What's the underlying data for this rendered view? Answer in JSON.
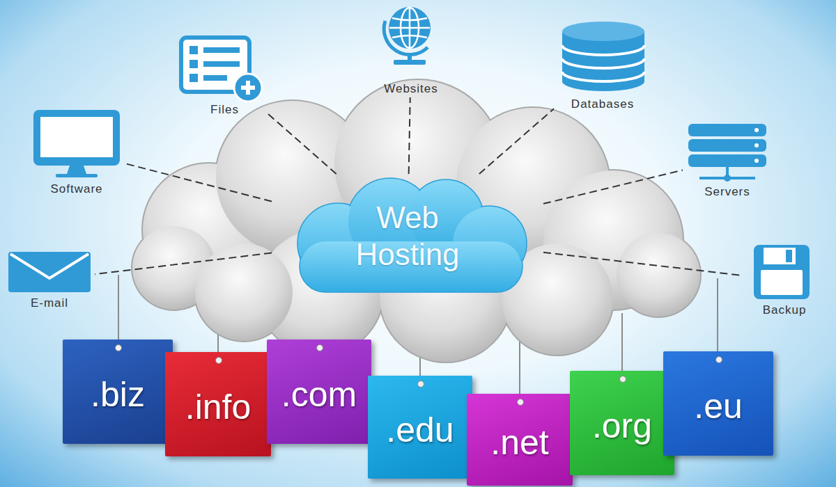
{
  "diagram": {
    "nodes": [
      {
        "text": [
          "Software"
        ]
      },
      {
        "text": [
          "Files"
        ]
      },
      {
        "text": [
          "Websites"
        ]
      },
      {
        "text": [
          "Databases"
        ]
      },
      {
        "text": [
          "Servers"
        ]
      },
      {
        "text": [
          "Web Hosting"
        ]
      },
      {
        "text": [
          "E-mail"
        ]
      },
      {
        "text": [
          "Backup"
        ]
      },
      {
        "text": [
          ".biz"
        ]
      },
      {
        "text": [
          ".info"
        ]
      },
      {
        "text": [
          ".com"
        ]
      },
      {
        "text": [
          ".edu"
        ]
      },
      {
        "text": [
          ".net"
        ]
      },
      {
        "text": [
          ".org"
        ]
      },
      {
        "text": [
          ".eu"
        ]
      }
    ],
    "edges": [
      {
        "from": 5,
        "to": 0,
        "arrow": "none"
      },
      {
        "from": 5,
        "to": 1,
        "arrow": "none"
      },
      {
        "from": 5,
        "to": 2,
        "arrow": "none"
      },
      {
        "from": 5,
        "to": 3,
        "arrow": "none"
      },
      {
        "from": 5,
        "to": 4,
        "arrow": "none"
      },
      {
        "from": 5,
        "to": 6,
        "arrow": "none"
      },
      {
        "from": 5,
        "to": 7,
        "arrow": "none"
      }
    ]
  }
}
